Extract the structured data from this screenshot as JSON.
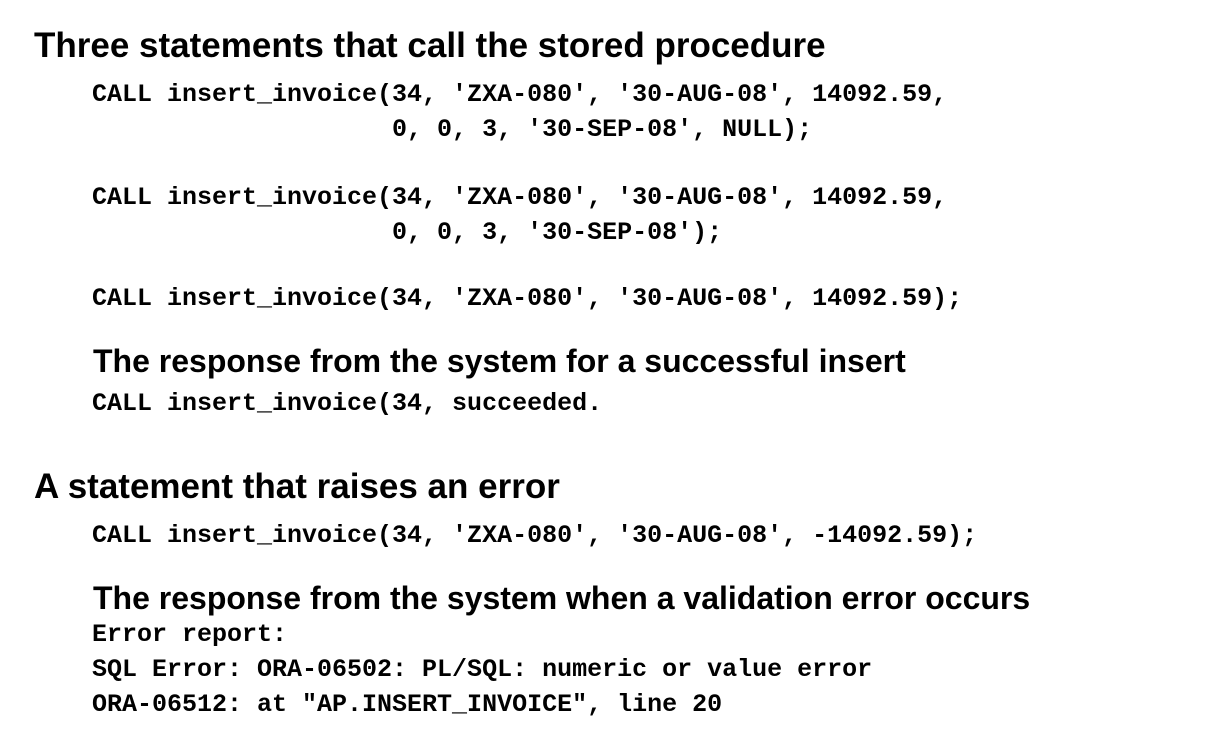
{
  "sections": {
    "heading_1": "Three statements that call the stored procedure",
    "call_1": "CALL insert_invoice(34, 'ZXA-080', '30-AUG-08', 14092.59,\n                    0, 0, 3, '30-SEP-08', NULL);",
    "call_2": "CALL insert_invoice(34, 'ZXA-080', '30-AUG-08', 14092.59,\n                    0, 0, 3, '30-SEP-08');",
    "call_3": "CALL insert_invoice(34, 'ZXA-080', '30-AUG-08', 14092.59);",
    "heading_2": "The response from the system for a successful insert",
    "success_response": "CALL insert_invoice(34, succeeded.",
    "heading_3": "A statement that raises an error",
    "error_call": "CALL insert_invoice(34, 'ZXA-080', '30-AUG-08', -14092.59);",
    "heading_4": "The response from the system when a validation error occurs",
    "error_response": "Error report:\nSQL Error: ORA-06502: PL/SQL: numeric or value error\nORA-06512: at \"AP.INSERT_INVOICE\", line 20"
  }
}
